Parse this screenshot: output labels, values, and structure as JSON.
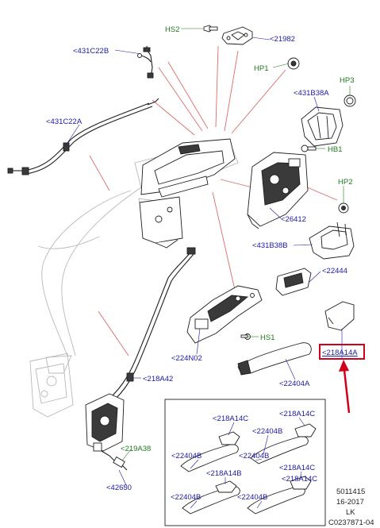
{
  "labels": {
    "hs2": "HS2",
    "l21982": "<21982",
    "l431c22b": "<431C22B",
    "hp1": "HP1",
    "hp3": "HP3",
    "l431b38a": "<431B38A",
    "l431c22a": "<431C22A",
    "hb1": "HB1",
    "hp2": "HP2",
    "l26412": "<26412",
    "l431b38b": "<431B38B",
    "l22444": "<22444",
    "l218a14a": "<218A14A",
    "hs1": "HS1",
    "l224n02": "<224N02",
    "l22404a": "<22404A",
    "l218a42": "<218A42",
    "l219a38": "<219A38",
    "l42650": "<42650",
    "inset_218a14c_1": "<218A14C",
    "inset_218a14c_2": "<218A14C",
    "inset_22404b_1": "<22404B",
    "inset_22404b_2": "<22404B",
    "inset_22404b_3": "<22404B",
    "inset_22404b_4": "<22404B",
    "inset_22404b_5": "<22404B",
    "inset_218a14b": "<218A14B",
    "inset_218a14c_3": "<218A14C",
    "inset_218a14c_4": "<218A14C"
  },
  "footer": {
    "line1": "5011415",
    "line2": "16-2017",
    "line3": "LK",
    "line4": "C0237871-04"
  },
  "highlight": {
    "color": "#d0021b",
    "target_label": "<218A14A"
  }
}
